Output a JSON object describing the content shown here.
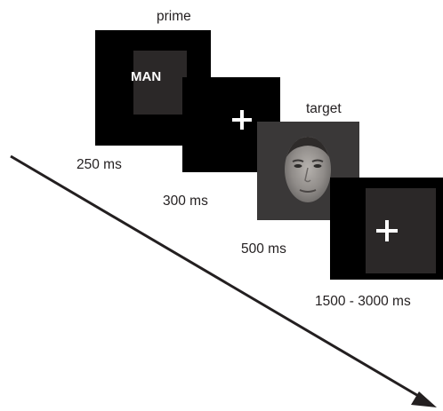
{
  "diagram": {
    "labels": {
      "prime": "prime",
      "target": "target"
    },
    "prime_word": "MAN",
    "durations": {
      "prime": "250 ms",
      "mask": "300 ms",
      "target": "500 ms",
      "iti": "1500 - 3000 ms"
    },
    "icons": {
      "fixation": "fixation-cross-icon",
      "face": "face-image",
      "arrow": "time-arrow-icon"
    },
    "colors": {
      "frame": "#000000",
      "inner": "#2b2828",
      "target_bg": "#3a3838",
      "cross": "#ffffff",
      "text": "#231f20",
      "arrow": "#231f20"
    }
  }
}
